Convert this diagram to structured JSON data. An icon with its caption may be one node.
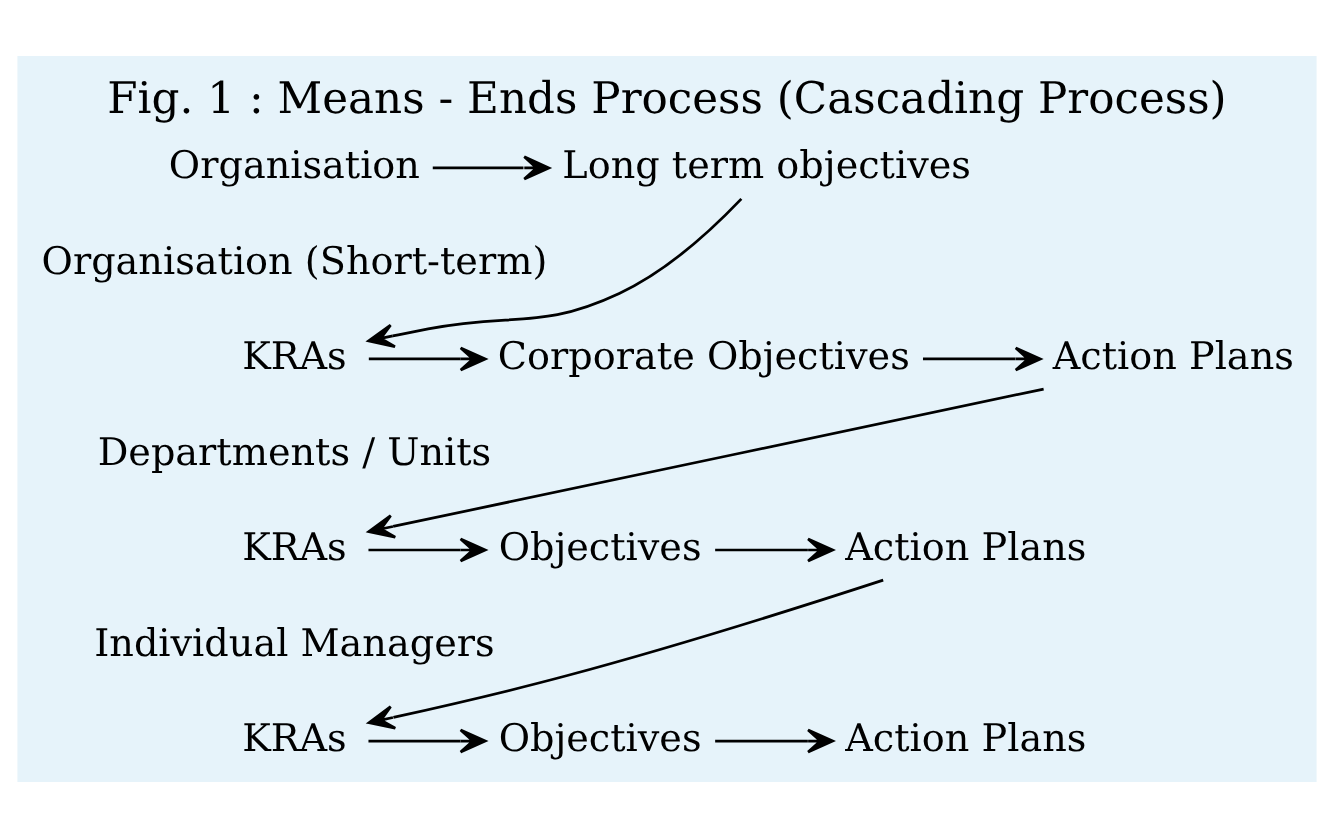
{
  "diagram": {
    "title": "Fig. 1 : Means - Ends Process (Cascading Process)",
    "nodes": [
      {
        "text": [
          "Organisation"
        ]
      },
      {
        "text": [
          "Long term objectives"
        ]
      },
      {
        "text": [
          "KRAs"
        ]
      },
      {
        "text": [
          "Corporate Objectives"
        ]
      },
      {
        "text": [
          "Action Plans"
        ]
      },
      {
        "text": [
          "KRAs"
        ]
      },
      {
        "text": [
          "Objectives"
        ]
      },
      {
        "text": [
          "Action Plans"
        ]
      },
      {
        "text": [
          "KRAs"
        ]
      },
      {
        "text": [
          "Objectives"
        ]
      },
      {
        "text": [
          "Action Plans"
        ]
      }
    ],
    "edges": [
      {
        "from": 0,
        "to": 1,
        "arrow": "to"
      },
      {
        "from": 1,
        "to": 2,
        "arrow": "to"
      },
      {
        "from": 2,
        "to": 3,
        "arrow": "to"
      },
      {
        "from": 3,
        "to": 4,
        "arrow": "to"
      },
      {
        "from": 4,
        "to": 5,
        "arrow": "to"
      },
      {
        "from": 5,
        "to": 6,
        "arrow": "to"
      },
      {
        "from": 6,
        "to": 7,
        "arrow": "to"
      },
      {
        "from": 7,
        "to": 8,
        "arrow": "to"
      },
      {
        "from": 8,
        "to": 9,
        "arrow": "to"
      },
      {
        "from": 9,
        "to": 10,
        "arrow": "to"
      }
    ],
    "labels": [
      "Organisation (Short-term)",
      "Departments / Units",
      "Individual Managers"
    ]
  }
}
